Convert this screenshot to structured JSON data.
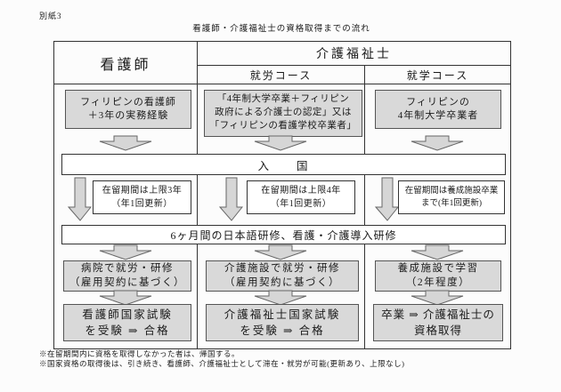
{
  "page": {
    "attachment_label": "別紙3",
    "title": "看護師・介護福祉士の資格取得までの流れ",
    "footnotes": [
      "※在留期間内に資格を取得しなかった者は、帰国する。",
      "※国家資格の取得後は、引き続き、看護師、介護福祉士として滞在・就労が可能(更新あり、上限なし)"
    ]
  },
  "header": {
    "nurse": "看護師",
    "care_worker": "介護福祉士",
    "work_course": "就労コース",
    "study_course": "就学コース"
  },
  "shared": {
    "entry_japan": "入　　国",
    "training": "6ヶ月間の日本語研修、看護・介護導入研修"
  },
  "nurse_course": {
    "entry": [
      "フィリピンの看護師",
      "＋3年の実務経験"
    ],
    "stay": [
      "在留期間は上限3年",
      "（年1回更新）"
    ],
    "work": [
      "病院で就労・研修",
      "（雇用契約に基づく）"
    ],
    "exam": [
      "看護師国家試験",
      "を受験 ⇒ 合格"
    ]
  },
  "work_course": {
    "entry": [
      "「4年制大学卒業＋フィリピン",
      "政府による介護士の認定」又は",
      "「フィリピンの看護学校卒業者」"
    ],
    "stay": [
      "在留期間は上限4年",
      "（年1回更新）"
    ],
    "work": [
      "介護施設で就労・研修",
      "（雇用契約に基づく）"
    ],
    "exam": [
      "介護福祉士国家試験",
      "を受験 ⇒ 合格"
    ]
  },
  "study_course": {
    "entry": [
      "フィリピンの",
      "4年制大学卒業者"
    ],
    "stay": [
      "在留期間は養成施設卒業",
      "まで(年1回更新)"
    ],
    "work": [
      "養成施設で学習",
      "（2年程度）"
    ],
    "exam": [
      "卒業 ⇒ 介護福祉士の",
      "資格取得"
    ]
  },
  "colors": {
    "box_fill": "#d9d9d9",
    "box_border": "#555555",
    "white_box_fill": "#ffffff",
    "line": "#333333",
    "arrow_fill": "#d6d6d6",
    "arrow_stroke": "#666666",
    "text": "#1a1a1a",
    "background": "#fcfcfc"
  }
}
